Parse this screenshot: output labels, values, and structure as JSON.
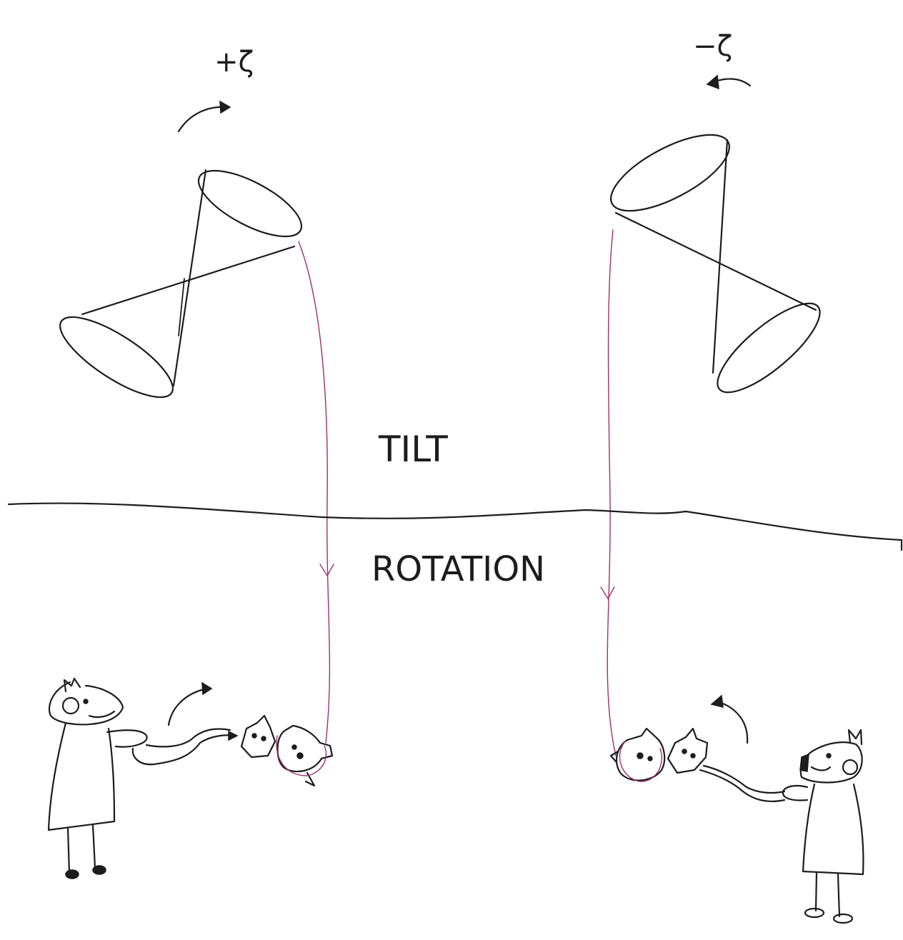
{
  "labels": {
    "plus_zeta": "+ζ",
    "minus_zeta": "−ζ",
    "tilt": "TILT",
    "rotation": "ROTATION"
  },
  "colors": {
    "ink": "#1c1c1c",
    "string": "#a0306a",
    "paper": "#ffffff"
  }
}
